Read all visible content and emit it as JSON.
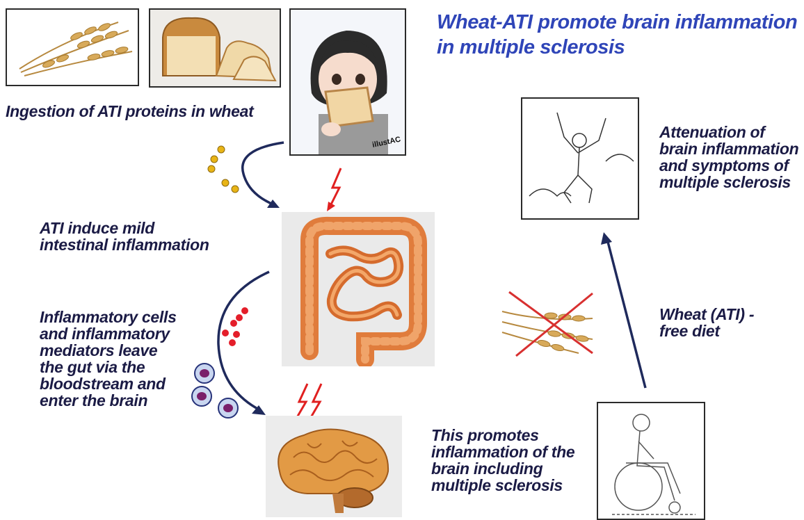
{
  "title": "Wheat-ATI promote brain inflammation\nin multiple sclerosis",
  "labels": {
    "ingestion": "Ingestion of ATI proteins in wheat",
    "intestinal": "ATI induce mild\nintestinal inflammation",
    "cells": "Inflammatory cells\nand inflammatory\nmediators leave\nthe gut via the\nbloodstream and\nenter the brain",
    "promotes": "This promotes\ninflammation of the\nbrain including\nmultiple sclerosis",
    "diet": "Wheat (ATI) -\nfree diet",
    "attenuation": "Attenuation of\nbrain inflammation\nand symptoms of\nmultiple sclerosis"
  },
  "watermark": "illustAC",
  "colors": {
    "title": "#2f45b8",
    "text": "#1b1b45",
    "arrow": "#1f2a5c",
    "lightning": "#e02020",
    "cross": "#d83030",
    "particles_yellow": "#e8b416",
    "particles_red": "#e41e2a",
    "intestine": "#e8894a",
    "brain": "#d9882f"
  },
  "icons": [
    "wheat-icon",
    "bread-icon",
    "boy-eating-toast",
    "intestine-icon",
    "brain-icon",
    "lightning-icon",
    "wheelchair-person-icon",
    "jumping-person-icon",
    "crossed-wheat-icon",
    "immune-cell-icon"
  ]
}
